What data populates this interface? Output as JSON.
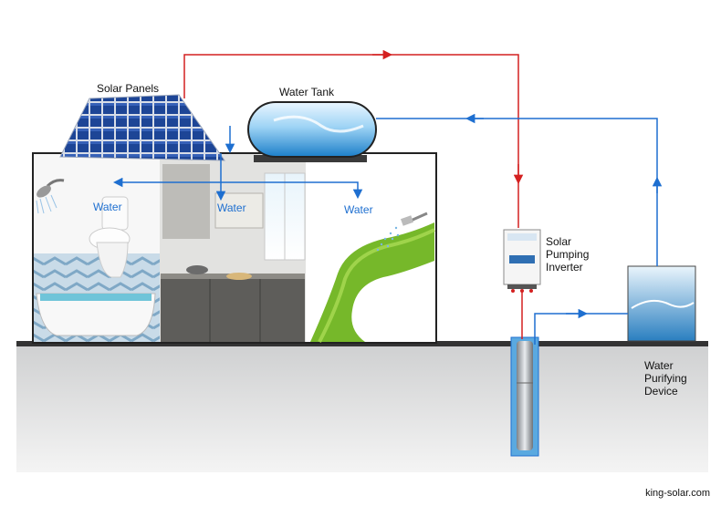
{
  "labels": {
    "solar_panels": "Solar Panels",
    "water_tank": "Water Tank",
    "inverter": "Solar Pumping Inverter",
    "purifier": "Water Purifying Device",
    "water_bathroom": "Water",
    "water_kitchen": "Water",
    "water_garden": "Water",
    "website": "king-solar.com"
  },
  "colors": {
    "power_line": "#d42020",
    "water_line": "#1e6fd0",
    "ground": "#d9dadb",
    "ground_edge": "#333333",
    "panel_blue": "#1b3f8f"
  }
}
